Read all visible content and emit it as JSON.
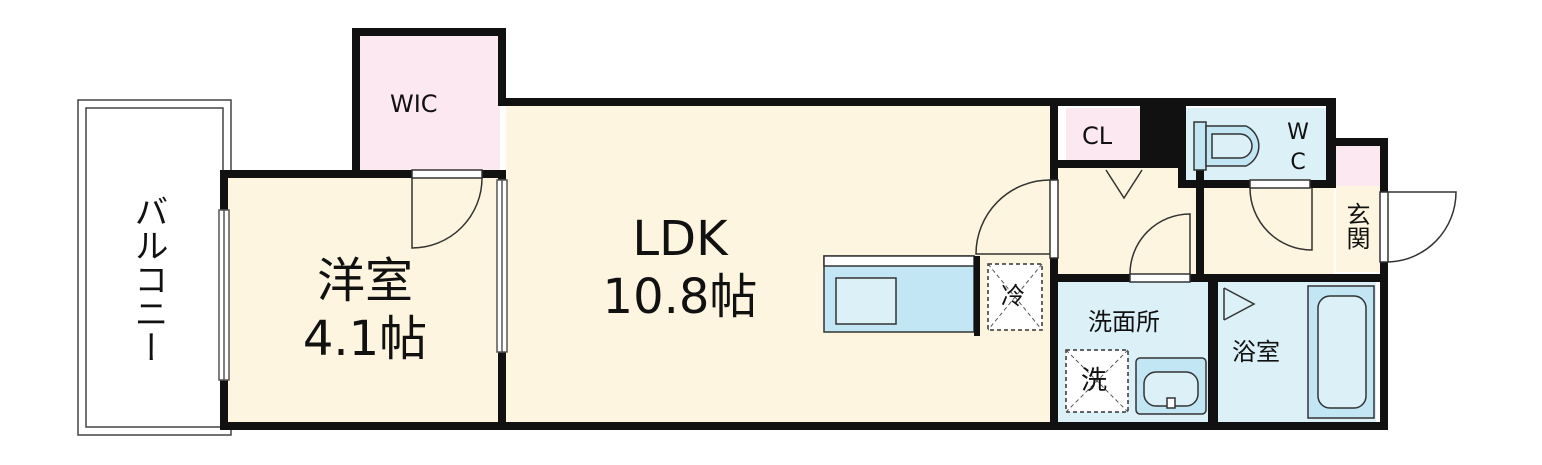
{
  "rooms": {
    "balcony": {
      "label": "バルコニー"
    },
    "western_room": {
      "label": "洋室",
      "size": "4.1帖"
    },
    "wic": {
      "label": "WIC"
    },
    "ldk": {
      "label": "LDK",
      "size": "10.8帖"
    },
    "closet": {
      "label": "CL"
    },
    "toilet": {
      "label_top": "W",
      "label_bottom": "C"
    },
    "entrance": {
      "label": "玄関"
    },
    "washroom": {
      "label": "洗面所"
    },
    "bathroom": {
      "label": "浴室"
    }
  },
  "fixtures": {
    "fridge": {
      "label": "冷"
    },
    "washer": {
      "label": "洗"
    }
  },
  "colors": {
    "wall": "#111111",
    "room_beige": "#fdf5e0",
    "wic_pink": "#fce8f0",
    "water_blue": "#dcf0f8",
    "fixture_blue": "#c3e6f4"
  }
}
